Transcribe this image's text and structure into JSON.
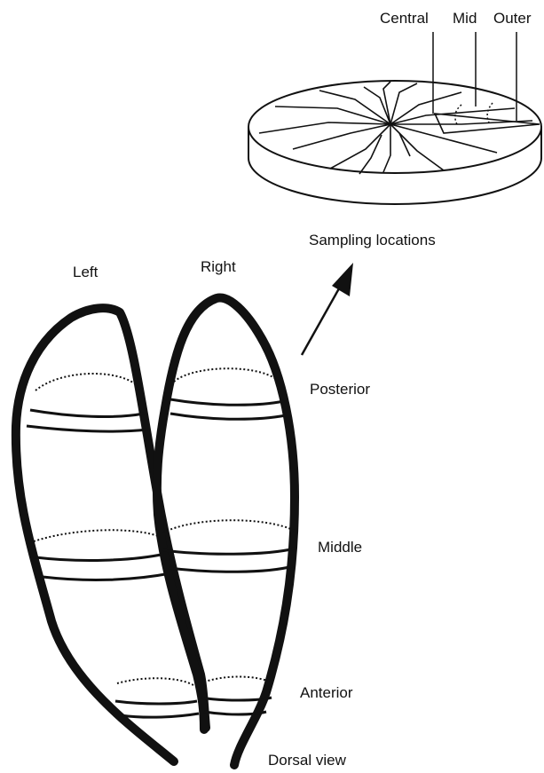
{
  "labels": {
    "central": "Central",
    "mid": "Mid",
    "outer": "Outer",
    "sampling_locations": "Sampling locations",
    "left": "Left",
    "right": "Right",
    "posterior": "Posterior",
    "middle": "Middle",
    "anterior": "Anterior",
    "dorsal_view": "Dorsal view"
  },
  "colors": {
    "ink": "#111111",
    "background": "#ffffff"
  }
}
